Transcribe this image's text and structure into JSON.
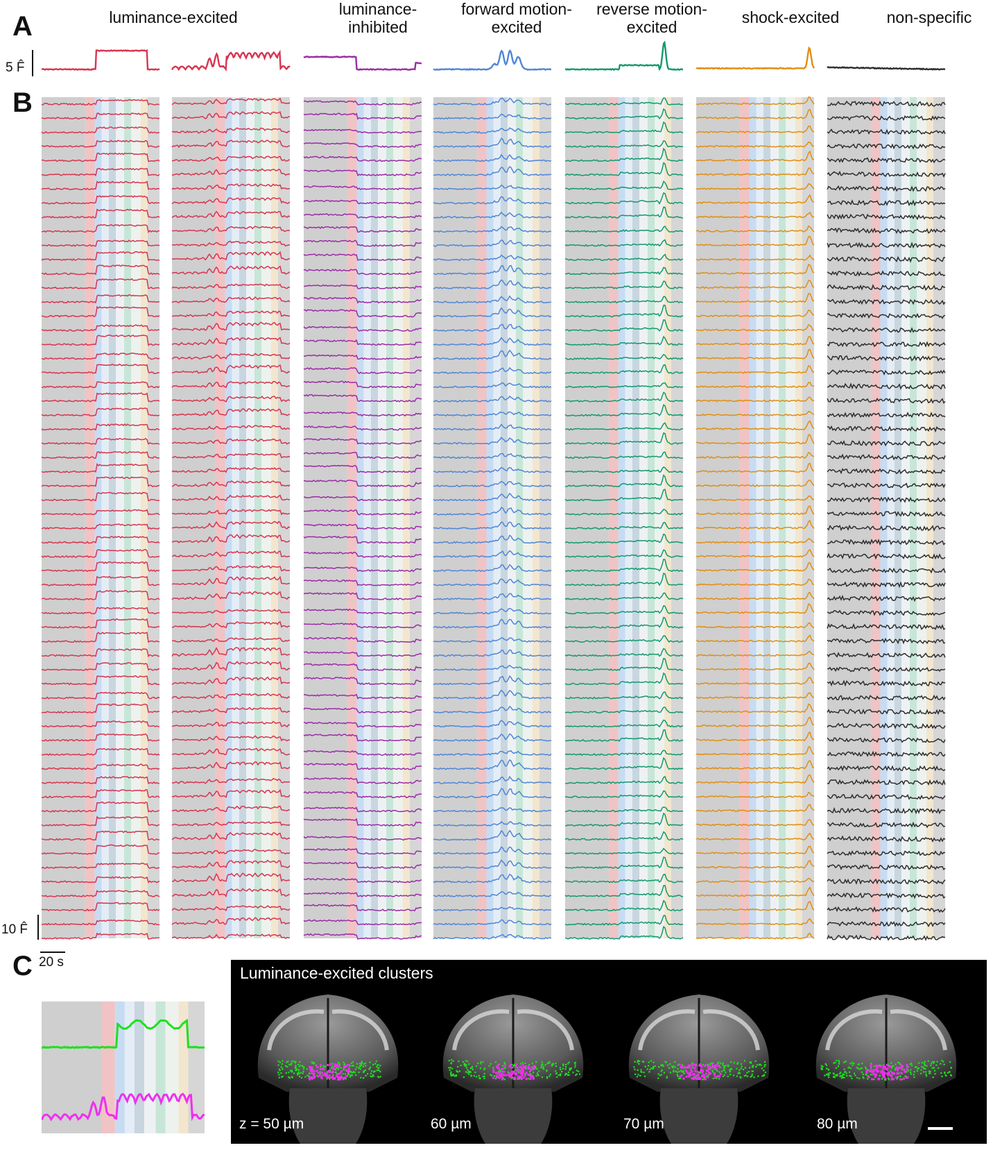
{
  "panels": {
    "a": "A",
    "b": "B",
    "c": "C"
  },
  "columns": [
    {
      "title": "luminance-excited",
      "color": "#d6354f"
    },
    {
      "title": "",
      "color": "#d6354f"
    },
    {
      "title": "luminance-\ninhibited",
      "color": "#9b2ca6"
    },
    {
      "title": "forward motion-\nexcited",
      "color": "#4f86d6"
    },
    {
      "title": "reverse motion-\nexcited",
      "color": "#12996f"
    },
    {
      "title": "shock-excited",
      "color": "#e08e12"
    },
    {
      "title": "non-specific",
      "color": "#2e2e2e"
    }
  ],
  "scale": {
    "mean_label": "5 F̂",
    "trace_label": "10 F̂",
    "time_label": "20 s"
  },
  "traces_per_column": 60,
  "stimulus_bands": [
    {
      "start": 0.0,
      "end": 0.37,
      "color": "#cfcfcf"
    },
    {
      "start": 0.37,
      "end": 0.45,
      "color": "#f0c4c4"
    },
    {
      "start": 0.45,
      "end": 0.51,
      "color": "#c7dcf2"
    },
    {
      "start": 0.51,
      "end": 0.57,
      "color": "#e4edf5"
    },
    {
      "start": 0.57,
      "end": 0.63,
      "color": "#c8d6df"
    },
    {
      "start": 0.63,
      "end": 0.7,
      "color": "#eef1f4"
    },
    {
      "start": 0.7,
      "end": 0.76,
      "color": "#c7e6d8"
    },
    {
      "start": 0.76,
      "end": 0.84,
      "color": "#edf2ee"
    },
    {
      "start": 0.84,
      "end": 0.9,
      "color": "#f2e6cf"
    },
    {
      "start": 0.9,
      "end": 1.0,
      "color": "#d6d6d6"
    }
  ],
  "panel_c": {
    "title": "Luminance-excited clusters",
    "green": "#1fe01f",
    "magenta": "#f02ef0",
    "z_labels": [
      "z = 50 µm",
      "60 µm",
      "70 µm",
      "80 µm"
    ]
  }
}
